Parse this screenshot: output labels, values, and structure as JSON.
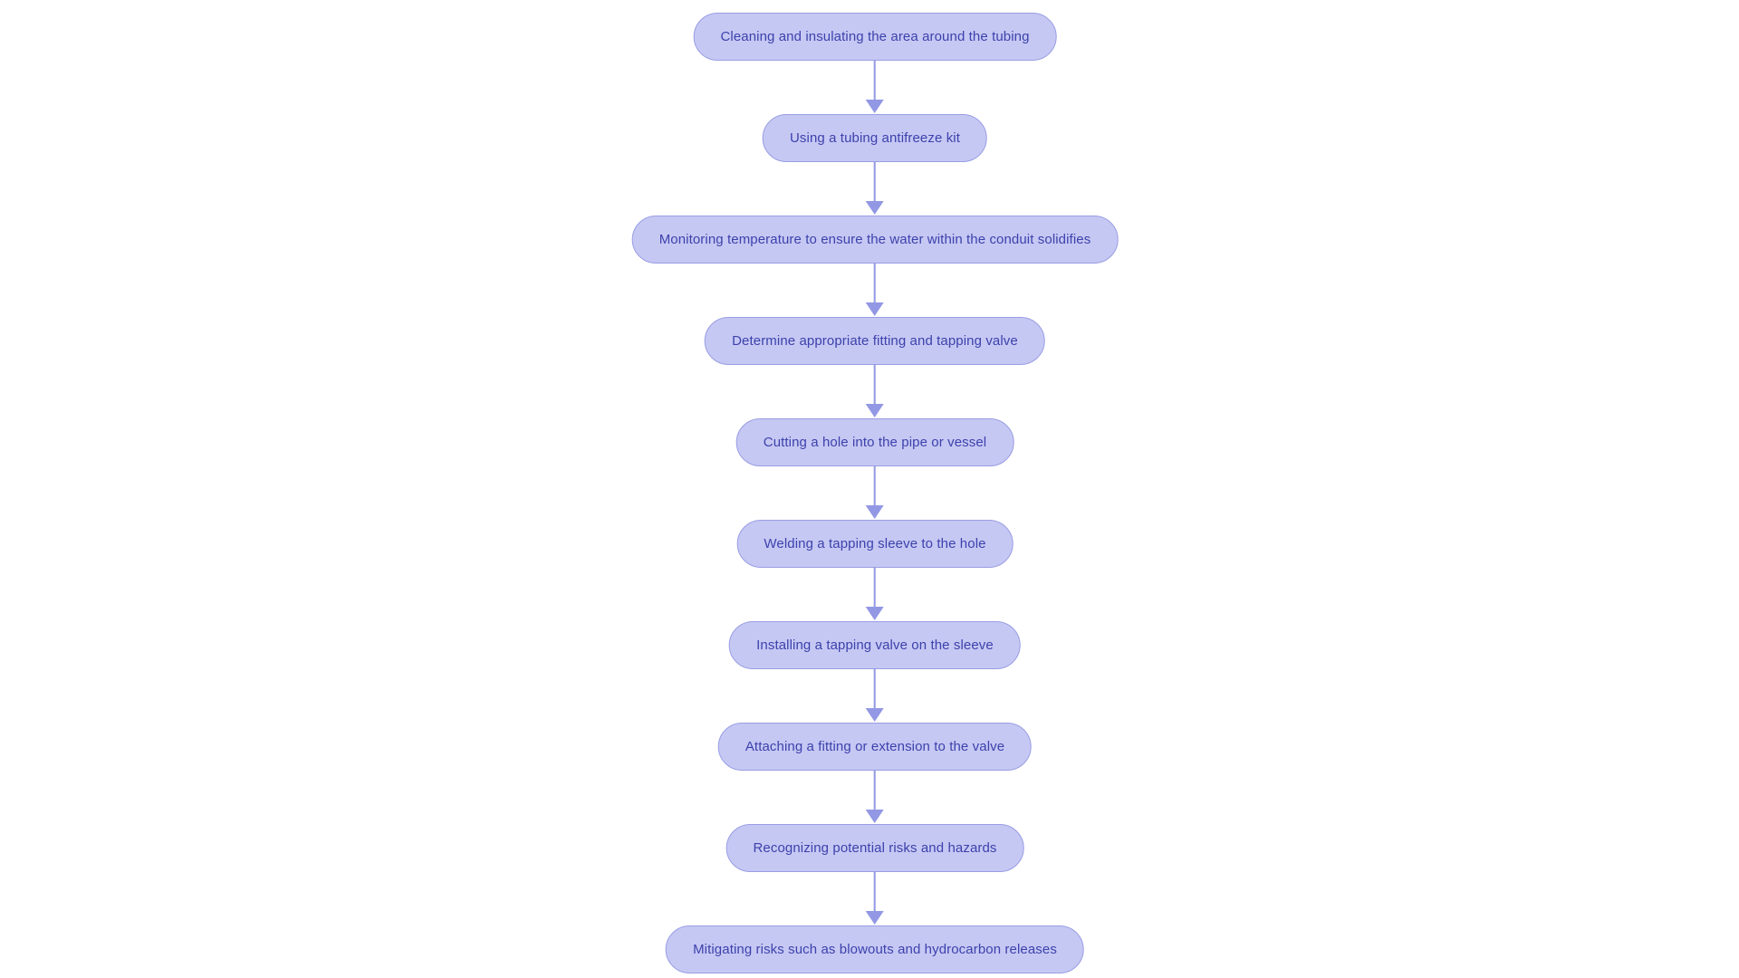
{
  "diagram": {
    "type": "flowchart",
    "direction": "top-down",
    "colors": {
      "background": "#ffffff",
      "node_fill": "#c6c8f4",
      "node_border": "#989de2",
      "node_text": "#3c42ab",
      "arrow": "#9298e4"
    },
    "nodes": [
      {
        "label": "Cleaning and insulating the area around the tubing"
      },
      {
        "label": "Using a tubing antifreeze kit"
      },
      {
        "label": "Monitoring temperature to ensure the water within the conduit solidifies"
      },
      {
        "label": "Determine appropriate fitting and tapping valve"
      },
      {
        "label": "Cutting a hole into the pipe or vessel"
      },
      {
        "label": "Welding a tapping sleeve to the hole"
      },
      {
        "label": "Installing a tapping valve on the sleeve"
      },
      {
        "label": "Attaching a fitting or extension to the valve"
      },
      {
        "label": "Recognizing potential risks and hazards"
      },
      {
        "label": "Mitigating risks such as blowouts and hydrocarbon releases"
      }
    ],
    "edges": [
      {
        "from": 0,
        "to": 1
      },
      {
        "from": 1,
        "to": 2
      },
      {
        "from": 2,
        "to": 3
      },
      {
        "from": 3,
        "to": 4
      },
      {
        "from": 4,
        "to": 5
      },
      {
        "from": 5,
        "to": 6
      },
      {
        "from": 6,
        "to": 7
      },
      {
        "from": 7,
        "to": 8
      },
      {
        "from": 8,
        "to": 9
      }
    ]
  }
}
